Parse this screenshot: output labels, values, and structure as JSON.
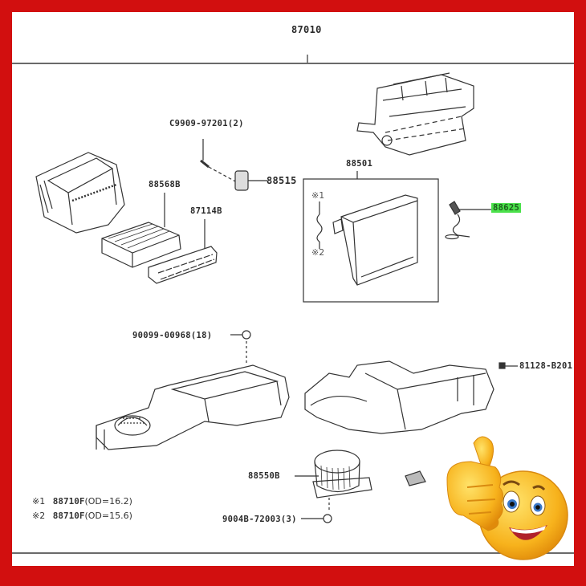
{
  "diagram": {
    "assembly_number": "87010",
    "labels": [
      {
        "id": "screw-top",
        "text": "C9909-97201(2)"
      },
      {
        "id": "servo",
        "text": "88515"
      },
      {
        "id": "filter",
        "text": "88568B"
      },
      {
        "id": "filter-cover",
        "text": "87114B"
      },
      {
        "id": "evaporator",
        "text": "88501"
      },
      {
        "id": "thermistor",
        "text": "88625",
        "highlighted": true
      },
      {
        "id": "screw-mid",
        "text": "90099-00968(18)"
      },
      {
        "id": "clip",
        "text": "81128-B201"
      },
      {
        "id": "blower-motor",
        "text": "88550B"
      },
      {
        "id": "screw-bottom",
        "text": "9004B-72003(3)"
      }
    ],
    "evaporator_box_marks": [
      "※1",
      "※2"
    ],
    "notes": [
      {
        "mark": "※1",
        "part": "88710F",
        "spec": "(OD=16.2)"
      },
      {
        "mark": "※2",
        "part": "88710F",
        "spec": "(OD=15.6)"
      }
    ],
    "highlight_color": "#4be14b",
    "border_color": "#d20f0f"
  },
  "overlay": {
    "emoji": "thumbs-up-smiley"
  }
}
